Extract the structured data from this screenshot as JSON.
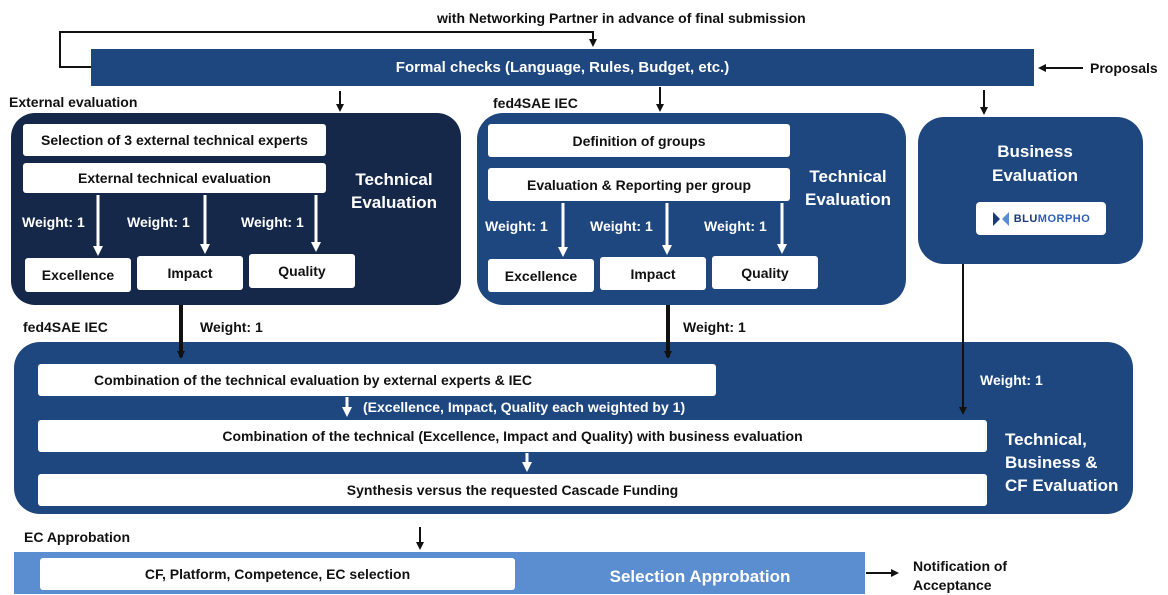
{
  "top_note": "with Networking Partner in advance of final submission",
  "formal_checks": "Formal checks (Language, Rules, Budget, etc.)",
  "proposals": "Proposals",
  "external": {
    "title": "External evaluation",
    "selection": "Selection of 3 external technical experts",
    "evaluation": "External technical evaluation",
    "side_label": "Technical Evaluation",
    "weights": [
      "Weight: 1",
      "Weight: 1",
      "Weight: 1"
    ],
    "criteria": [
      "Excellence",
      "Impact",
      "Quality"
    ]
  },
  "iec": {
    "title": "fed4SAE IEC",
    "groups": "Definition of groups",
    "reporting": "Evaluation & Reporting per group",
    "side_label": "Technical Evaluation",
    "weights": [
      "Weight: 1",
      "Weight: 1",
      "Weight: 1"
    ],
    "criteria": [
      "Excellence",
      "Impact",
      "Quality"
    ]
  },
  "business": {
    "label": "Business Evaluation",
    "logo_text_a": "BLU",
    "logo_text_b": "MORPHO"
  },
  "combination": {
    "title": "fed4SAE IEC",
    "weight_left": "Weight: 1",
    "weight_mid": "Weight: 1",
    "weight_right": "Weight: 1",
    "step1": "Combination of the technical evaluation by external experts & IEC",
    "step1_note": "(Excellence, Impact, Quality  each weighted by 1)",
    "step2": "Combination of the technical (Excellence, Impact and Quality) with business  evaluation",
    "step3": "Synthesis versus the requested Cascade Funding",
    "side_label": "Technical, Business & CF Evaluation"
  },
  "approbation": {
    "title": "EC Approbation",
    "selection": "CF, Platform, Competence, EC selection",
    "label": "Selection Approbation",
    "notification": "Notification of Acceptance"
  },
  "colors": {
    "dark_panel": "#15284a",
    "mid_panel": "#1f477f",
    "light_bar": "#5b8ed0"
  }
}
